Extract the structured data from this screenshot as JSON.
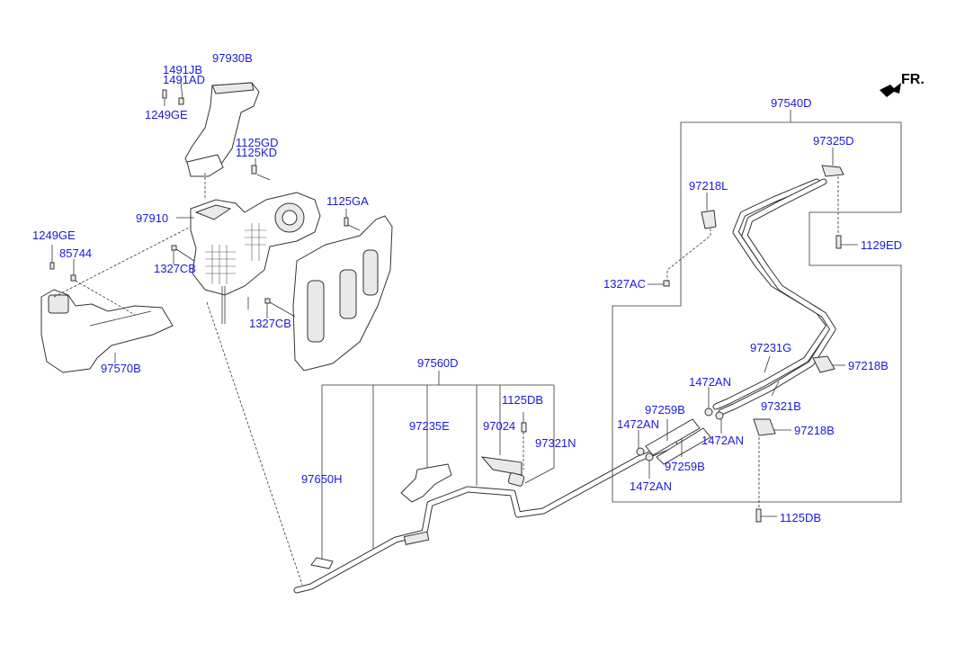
{
  "direction_marker": {
    "text": "FR.",
    "icon": "front-direction-arrow-icon"
  },
  "labels": {
    "p97930B": "97930B",
    "p1491JB": "1491JB",
    "p1491AD": "1491AD",
    "p1249GE_top": "1249GE",
    "p1125GD": "1125GD",
    "p1125KD": "1125KD",
    "p97910": "97910",
    "p1125GA": "1125GA",
    "p1249GE_left": "1249GE",
    "p85744": "85744",
    "p1327CB_a": "1327CB",
    "p1327CB_b": "1327CB",
    "p97570B": "97570B",
    "p97560D": "97560D",
    "p1125DB_mid": "1125DB",
    "p97235E": "97235E",
    "p97024": "97024",
    "p97321N": "97321N",
    "p97650H": "97650H",
    "p97540D": "97540D",
    "p97325D": "97325D",
    "p97218L": "97218L",
    "p1129ED": "1129ED",
    "p1327AC": "1327AC",
    "p97231G": "97231G",
    "p97218B_a": "97218B",
    "p97321B": "97321B",
    "p1472AN_a": "1472AN",
    "p97259B_a": "97259B",
    "p1472AN_b": "1472AN",
    "p1472AN_c": "1472AN",
    "p97218B_b": "97218B",
    "p97259B_b": "97259B",
    "p1472AN_d": "1472AN",
    "p1125DB_bottom": "1125DB"
  },
  "colors": {
    "label": "#1a1adc",
    "line": "#333333",
    "background": "#ffffff"
  }
}
